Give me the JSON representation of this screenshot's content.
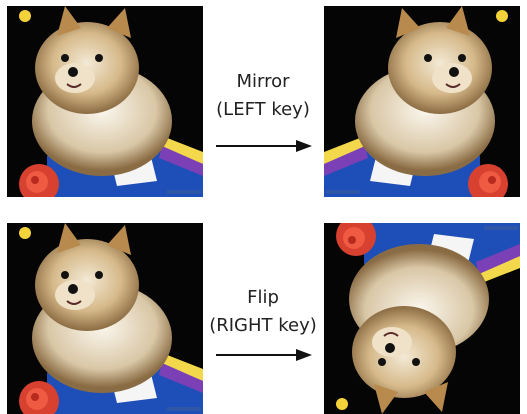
{
  "rows": [
    {
      "action_label": "Mirror",
      "key_label": "(LEFT key)",
      "original_image": "dog-photo-original",
      "result_image": "dog-photo-mirrored"
    },
    {
      "action_label": "Flip",
      "key_label": "(RIGHT key)",
      "original_image": "dog-photo-original",
      "result_image": "dog-photo-flipped"
    }
  ],
  "colors": {
    "arrow": "#111111",
    "text": "#222222",
    "background": "#ffffff"
  }
}
